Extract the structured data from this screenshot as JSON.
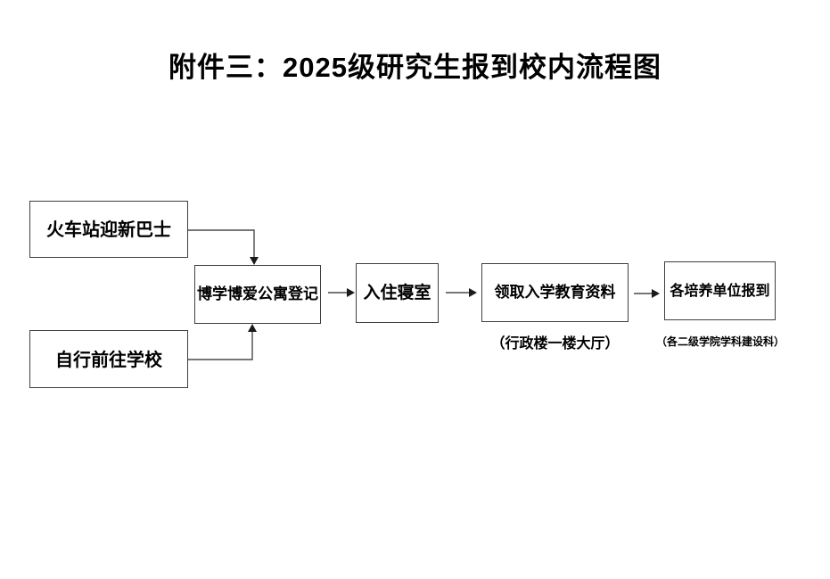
{
  "title": "附件三：2025级研究生报到校内流程图",
  "flow": {
    "box_train": "火车站迎新巴士",
    "box_self": "自行前往学校",
    "box_apartment": "博学博爱公寓登记",
    "box_dorm": "入住寝室",
    "box_materials": "领取入学教育资料",
    "note_materials": "（行政楼一楼大厅）",
    "box_unit": "各培养单位报到",
    "note_unit": "（各二级学院学科建设科）"
  },
  "colors": {
    "background": "#ffffff",
    "text": "#000000",
    "box_border": "#3f3f3f",
    "connector_line": "#4a4a4a",
    "arrowhead": "#1a1a1a"
  }
}
